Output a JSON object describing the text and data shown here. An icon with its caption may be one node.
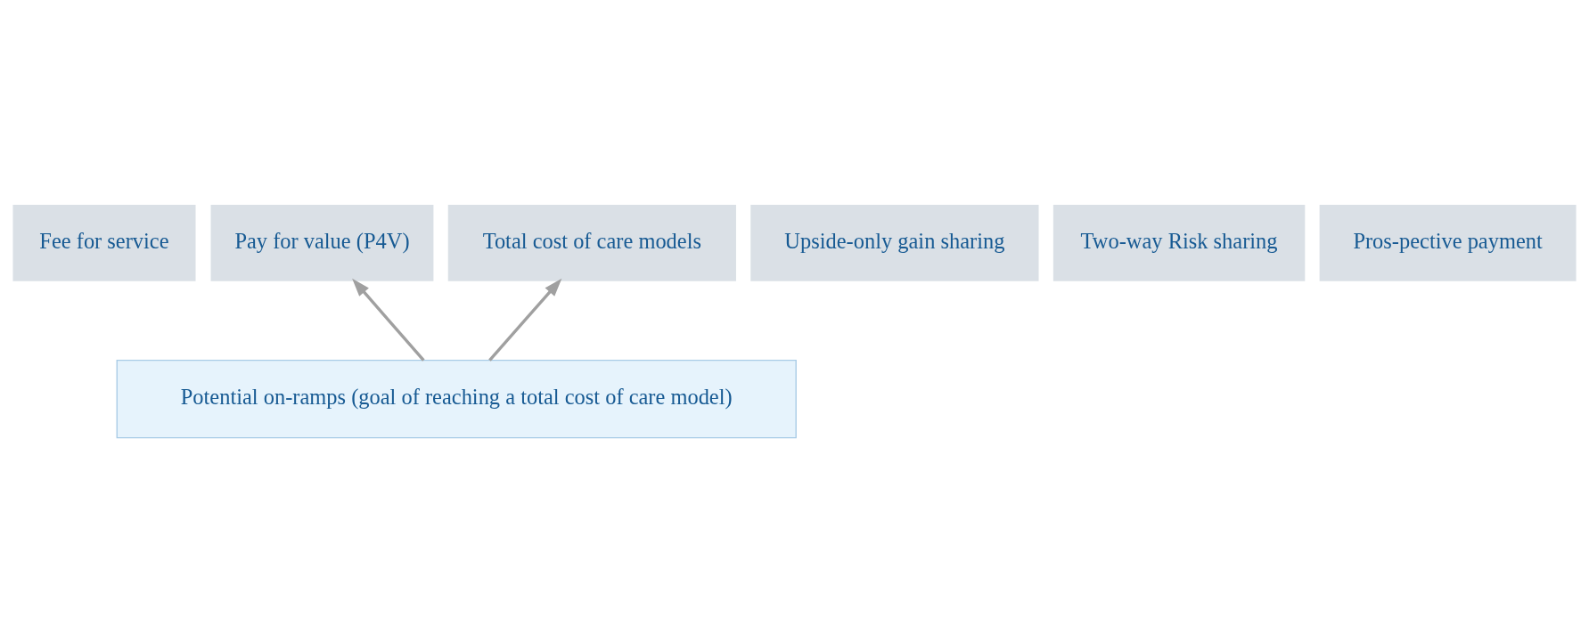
{
  "diagram": {
    "nodes": [
      {
        "text": [
          "Fee for service"
        ]
      },
      {
        "text": [
          "Pay for value (P4V)"
        ]
      },
      {
        "text": [
          "Upside-only gain sharing"
        ]
      },
      {
        "text": [
          "Two-way Risk sharing"
        ]
      },
      {
        "text": [
          "Pros-pective payment"
        ]
      },
      {
        "text": [
          "Total cost of care models"
        ]
      },
      {
        "text": [
          "Potential on-ramps (goal of reaching a total cost of care model)"
        ]
      }
    ],
    "edges": [
      {
        "from": 6,
        "to": 1,
        "arrow": "to"
      },
      {
        "from": 6,
        "to": 5,
        "arrow": "to"
      }
    ]
  }
}
